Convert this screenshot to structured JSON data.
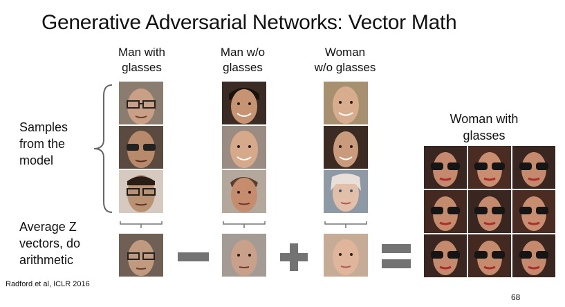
{
  "slide": {
    "title": "Generative Adversarial Networks: Vector Math",
    "columns": [
      {
        "label": "Man with\nglasses"
      },
      {
        "label": "Man w/o\nglasses"
      },
      {
        "label": "Woman\nw/o glasses"
      }
    ],
    "result_label": "Woman with\nglasses",
    "samples_label": "Samples\nfrom the\nmodel",
    "average_label": "Average Z\nvectors, do\narithmetic",
    "citation": "Radford et al, ICLR 2016",
    "page_number": "68"
  }
}
